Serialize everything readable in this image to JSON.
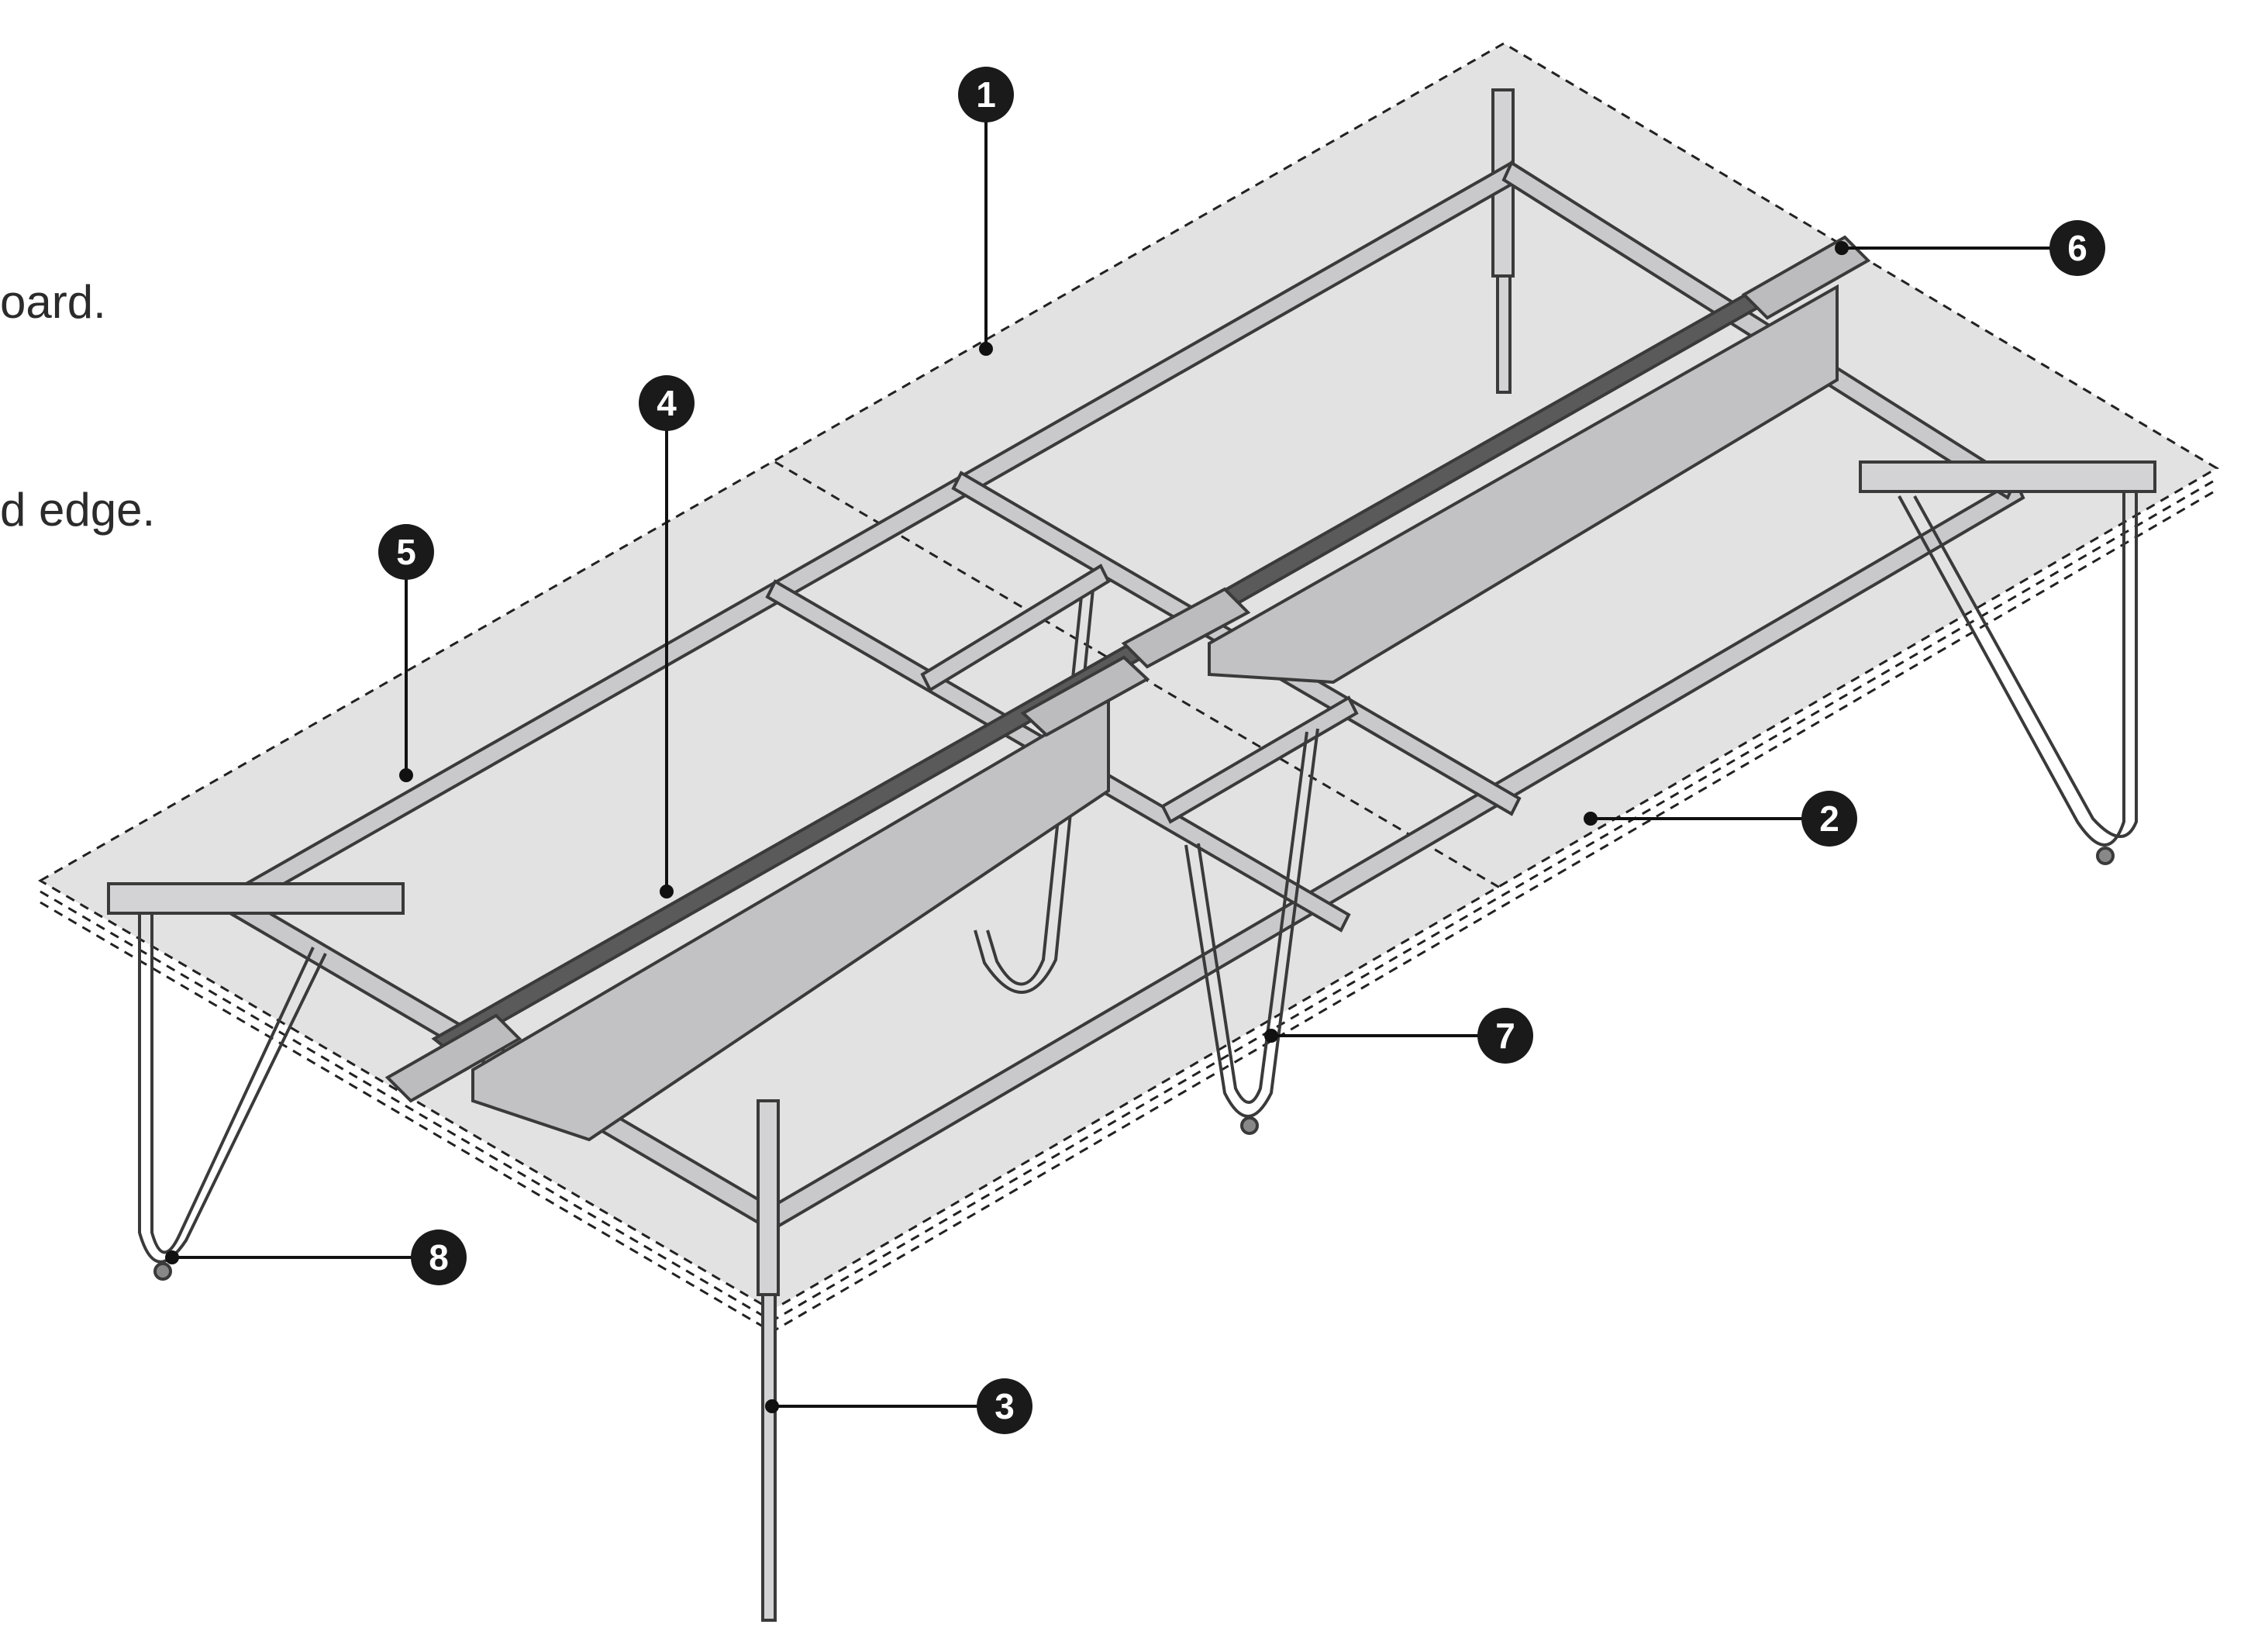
{
  "text_fragments": {
    "line1": "oard.",
    "line2": "d edge."
  },
  "callouts": [
    {
      "id": "1",
      "label": "1"
    },
    {
      "id": "2",
      "label": "2"
    },
    {
      "id": "3",
      "label": "3"
    },
    {
      "id": "4",
      "label": "4"
    },
    {
      "id": "5",
      "label": "5"
    },
    {
      "id": "6",
      "label": "6"
    },
    {
      "id": "7",
      "label": "7"
    },
    {
      "id": "8",
      "label": "8"
    }
  ],
  "colors": {
    "tabletop_fill": "#e2e2e3",
    "frame_fill": "#c9c9cb",
    "frame_stroke": "#3a3a3a",
    "callout_fill": "#1a1a1a"
  }
}
